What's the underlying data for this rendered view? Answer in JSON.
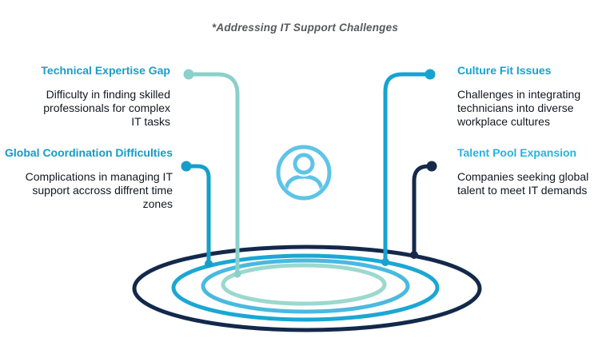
{
  "title": "*Addressing IT Support Challenges",
  "colors": {
    "title_text": "#58595B",
    "body_text": "#111822",
    "background": "#FFFFFF"
  },
  "callouts": [
    {
      "id": "technical-expertise-gap",
      "heading": "Technical Expertise Gap",
      "body": "Difficulty in finding skilled\nprofessionals for complex\nIT tasks",
      "accent": "#1B9EC5",
      "connector_color": "#8BD0CA"
    },
    {
      "id": "global-coordination-difficulties",
      "heading": "Global Coordination Difficulties",
      "body": "Complications in managing IT\nsupport accross diffrent time\nzones",
      "accent": "#149BC4",
      "connector_color": "#149FC9"
    },
    {
      "id": "culture-fit-issues",
      "heading": "Culture Fit Issues",
      "body": "Challenges in integrating\ntechnicians into diverse\nworkplace cultures",
      "accent": "#16A2CF",
      "connector_color": "#15A3D2"
    },
    {
      "id": "talent-pool-expansion",
      "heading": "Talent Pool Expansion",
      "body": "Companies seeking global\ntalent to meet IT demands",
      "accent": "#25B5DE",
      "connector_color": "#16294A"
    }
  ],
  "rings": [
    {
      "name": "outer-ring",
      "color": "#13294B"
    },
    {
      "name": "second-ring",
      "color": "#1BA7D4"
    },
    {
      "name": "third-ring",
      "color": "#4AB9E0"
    },
    {
      "name": "inner-ring",
      "color": "#9BD8CD"
    }
  ],
  "center_icon": {
    "name": "person-icon",
    "color": "#5EC4E7"
  }
}
